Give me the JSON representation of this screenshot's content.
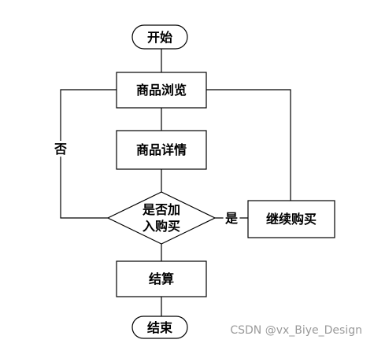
{
  "nodes": {
    "start": "开始",
    "browse": "商品浏览",
    "detail": "商品详情",
    "decision_line1": "是否加",
    "decision_line2": "入购买",
    "continue": "继续购买",
    "checkout": "结算",
    "end": "结束"
  },
  "edges": {
    "no": "否",
    "yes": "是"
  },
  "watermark": "CSDN @vx_Biye_Design",
  "colors": {
    "line": "#000000",
    "fill": "#ffffff",
    "watermark": "#9a9a9a"
  }
}
